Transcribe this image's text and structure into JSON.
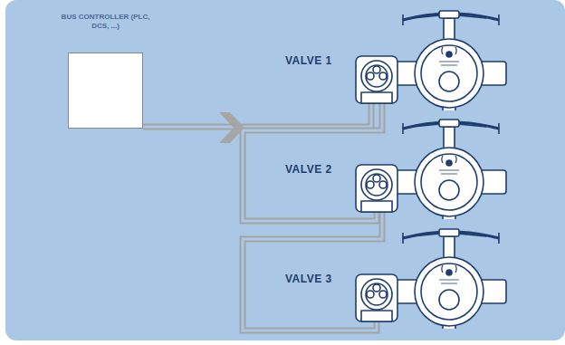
{
  "diagram": {
    "nodes": [
      {
        "text": [
          "BUS CONTROLLER (PLC, DCS, ...)"
        ]
      },
      {
        "text": [
          "VALVE 1"
        ]
      },
      {
        "text": [
          "VALVE 2"
        ]
      },
      {
        "text": [
          "VALVE 3"
        ]
      }
    ],
    "edges": [
      {
        "from": 0,
        "to": 1,
        "arrow": "none"
      },
      {
        "from": 1,
        "to": 2,
        "arrow": "none"
      },
      {
        "from": 2,
        "to": 3,
        "arrow": "none"
      }
    ]
  }
}
